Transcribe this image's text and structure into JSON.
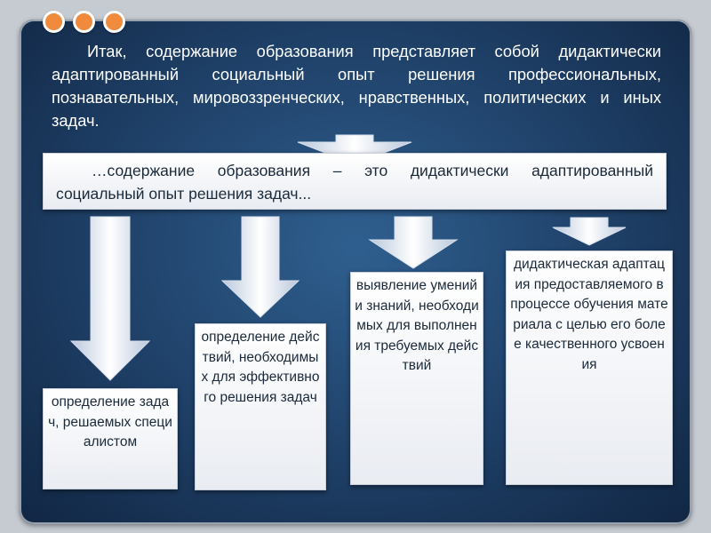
{
  "intro_text": "Итак, содержание образования представляет собой дидактически адаптированный социальный опыт решения профессиональных, познавательных, мировоззренческих, нравственных, политических и иных задач.",
  "definition_text": "…содержание образования – это дидактически адаптированный социальный опыт решения задач...",
  "steps": [
    "определение задач, решаемых специалистом",
    "определение действий, необходимых для эффективного решения задач",
    "выявление умений и знаний, необходимых для выполнения требуемых действий",
    "дидактическая адаптация предоставляемого в процессе обучения материала с целью его более качественного усвоения"
  ],
  "colors": {
    "panel": "#1e3f66",
    "dot": "#f08a3c",
    "box": "#ffffff",
    "text": "#1b2a3a"
  },
  "icons": [
    "decor-dot",
    "decor-dot",
    "decor-dot"
  ]
}
